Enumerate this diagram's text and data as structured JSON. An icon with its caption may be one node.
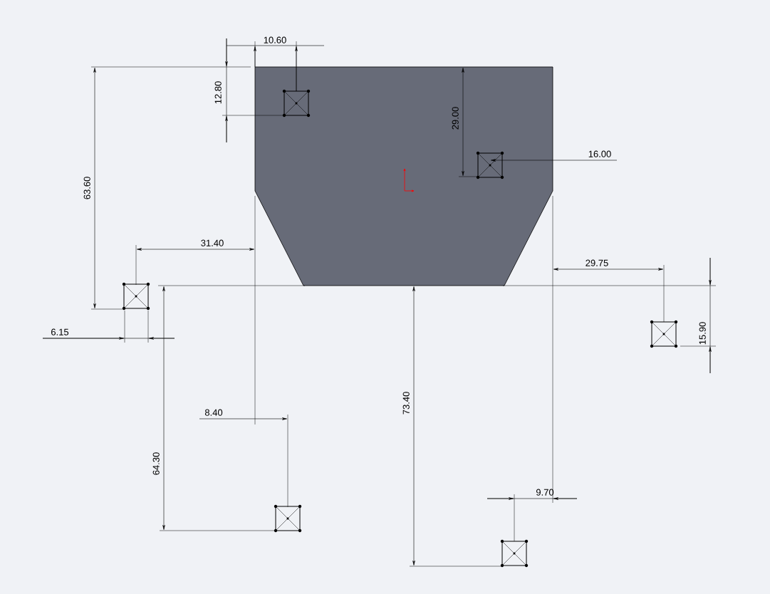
{
  "diagram": {
    "labels": [
      "10.60",
      "63.60",
      "12.80",
      "29.00",
      "16.00",
      "31.40",
      "29.75",
      "15.90",
      "6.15",
      "8.40",
      "73.40",
      "64.30",
      "9.70"
    ]
  }
}
